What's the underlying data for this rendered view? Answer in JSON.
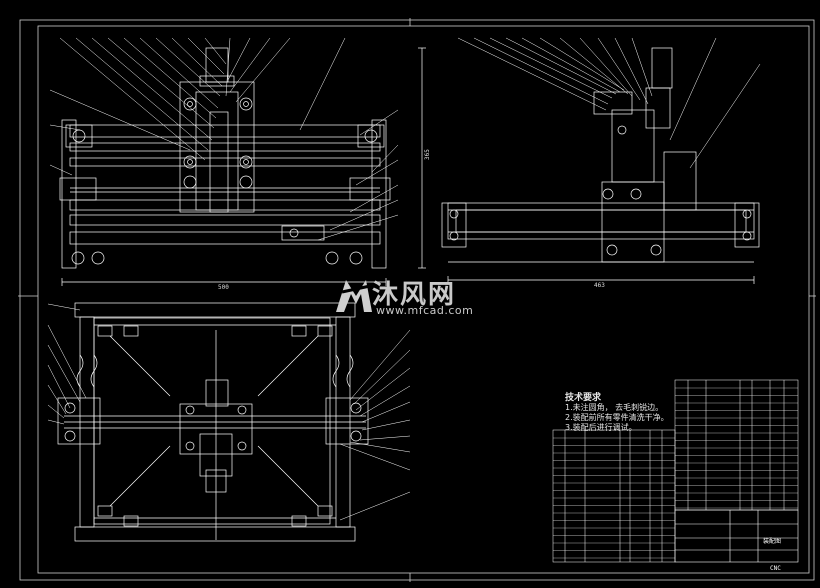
{
  "drawing": {
    "dimensions": {
      "front_width": "500",
      "front_height": "365",
      "side_width": "463"
    },
    "tech_requirements": {
      "title": "技术要求",
      "lines": [
        "1.未注圆角，  去毛刺锐边。",
        "2.装配前所有零件清洗干净。",
        "3.装配后进行调试。"
      ]
    },
    "title_block": {
      "drawing_name": "装配图",
      "code": "CNC"
    }
  },
  "watermark": {
    "cn": "沐风网",
    "url": "www.mfcad.com"
  },
  "colors": {
    "line": "#ffffff",
    "background": "#000000",
    "watermark": "#c9c9c9"
  }
}
